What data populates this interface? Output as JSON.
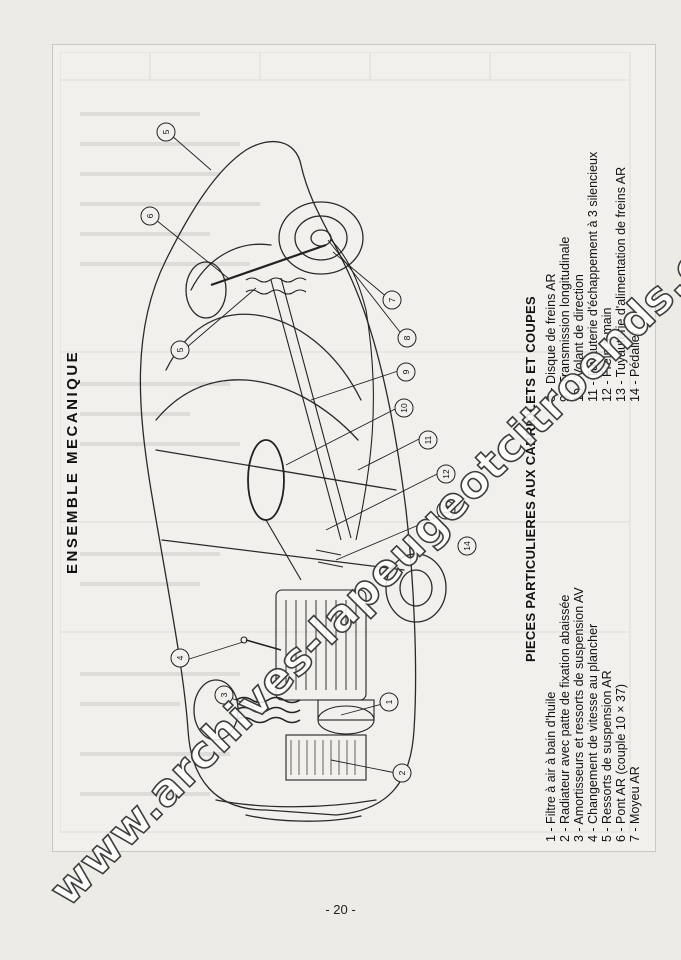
{
  "header": {
    "title": "ENSEMBLE MECANIQUE",
    "subtitle": "PIECES PARTICULIERES AUX CABRIOLETS ET COUPES"
  },
  "legend": {
    "left": [
      "1 - Filtre à air à bain d'huile",
      "2 - Radiateur avec patte de fixation abaissée",
      "3 - Amortisseurs et ressorts de suspension AV",
      "4 - Changement de vitesse au plancher",
      "5 - Ressorts de suspension AR",
      "6 - Pont AR (couple 10 × 37)",
      "7 - Moyeu AR"
    ],
    "right": [
      "8 - Disque de freins AR",
      "9 - Transmission longitudinale",
      "10 - Volant de direction",
      "11 - Tuyauterie d'échappement à 3 silencieux",
      "12 - Frein à main",
      "13 - Tuyauterie d'alimentation de freins AR",
      "14 - Pédalier"
    ]
  },
  "callouts": [
    "1",
    "2",
    "3",
    "4",
    "5",
    "6",
    "7",
    "8",
    "9",
    "10",
    "11",
    "12",
    "13",
    "14"
  ],
  "footer": {
    "page_number": "- 20 -"
  },
  "watermark": {
    "text": "www.archives-lapeugeotcitroends.com"
  },
  "colors": {
    "paper": "#ecebe6",
    "ink": "#1e1e1e",
    "ghost": "#9a9a95"
  }
}
